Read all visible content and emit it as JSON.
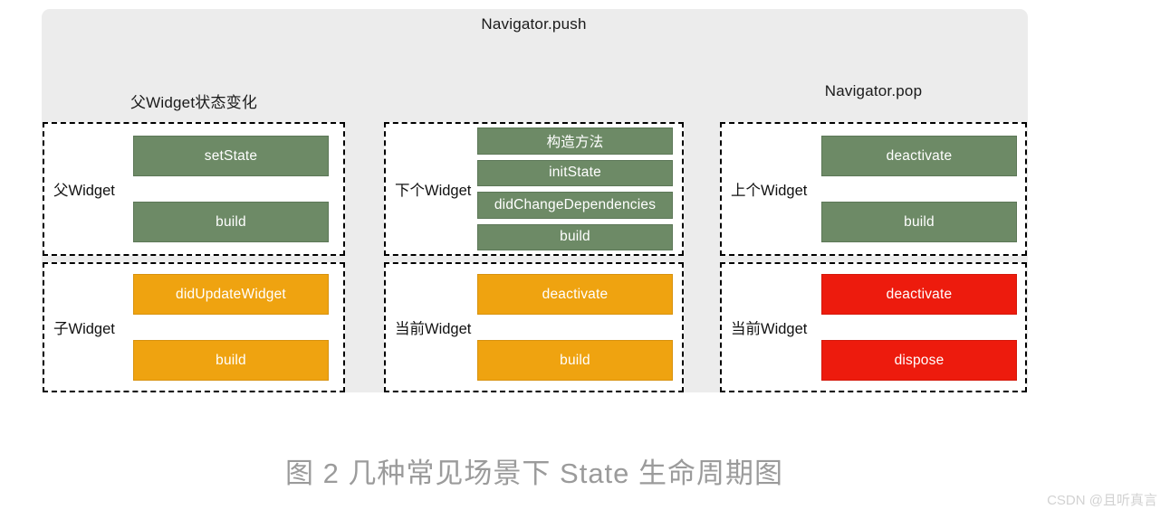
{
  "figure": {
    "caption": "图 2 几种常见场景下 State 生命周期图",
    "watermark": "CSDN @且听真言",
    "panel_color": "#ececec",
    "colors": {
      "green": "#6d8a66",
      "orange": "#efa310",
      "red": "#ed1b0d",
      "caption_text": "#9b9b9b",
      "watermark_text": "#d2d2d2"
    }
  },
  "columns": [
    {
      "id": "parent-state-change",
      "title": "父Widget状态变化",
      "groups": [
        {
          "id": "parent-widget",
          "label": "父Widget",
          "color": "green",
          "bars": [
            "setState",
            "build"
          ]
        },
        {
          "id": "child-widget",
          "label": "子Widget",
          "color": "orange",
          "bars": [
            "didUpdateWidget",
            "build"
          ]
        }
      ]
    },
    {
      "id": "navigator-push",
      "title": "Navigator.push",
      "groups": [
        {
          "id": "next-widget",
          "label": "下个Widget",
          "color": "green",
          "bars": [
            "构造方法",
            "initState",
            "didChangeDependencies",
            "build"
          ]
        },
        {
          "id": "current-widget",
          "label": "当前Widget",
          "color": "orange",
          "bars": [
            "deactivate",
            "build"
          ]
        }
      ]
    },
    {
      "id": "navigator-pop",
      "title": "Navigator.pop",
      "groups": [
        {
          "id": "previous-widget",
          "label": "上个Widget",
          "color": "green",
          "bars": [
            "deactivate",
            "build"
          ]
        },
        {
          "id": "current-widget",
          "label": "当前Widget",
          "color": "red",
          "bars": [
            "deactivate",
            "dispose"
          ]
        }
      ]
    }
  ]
}
